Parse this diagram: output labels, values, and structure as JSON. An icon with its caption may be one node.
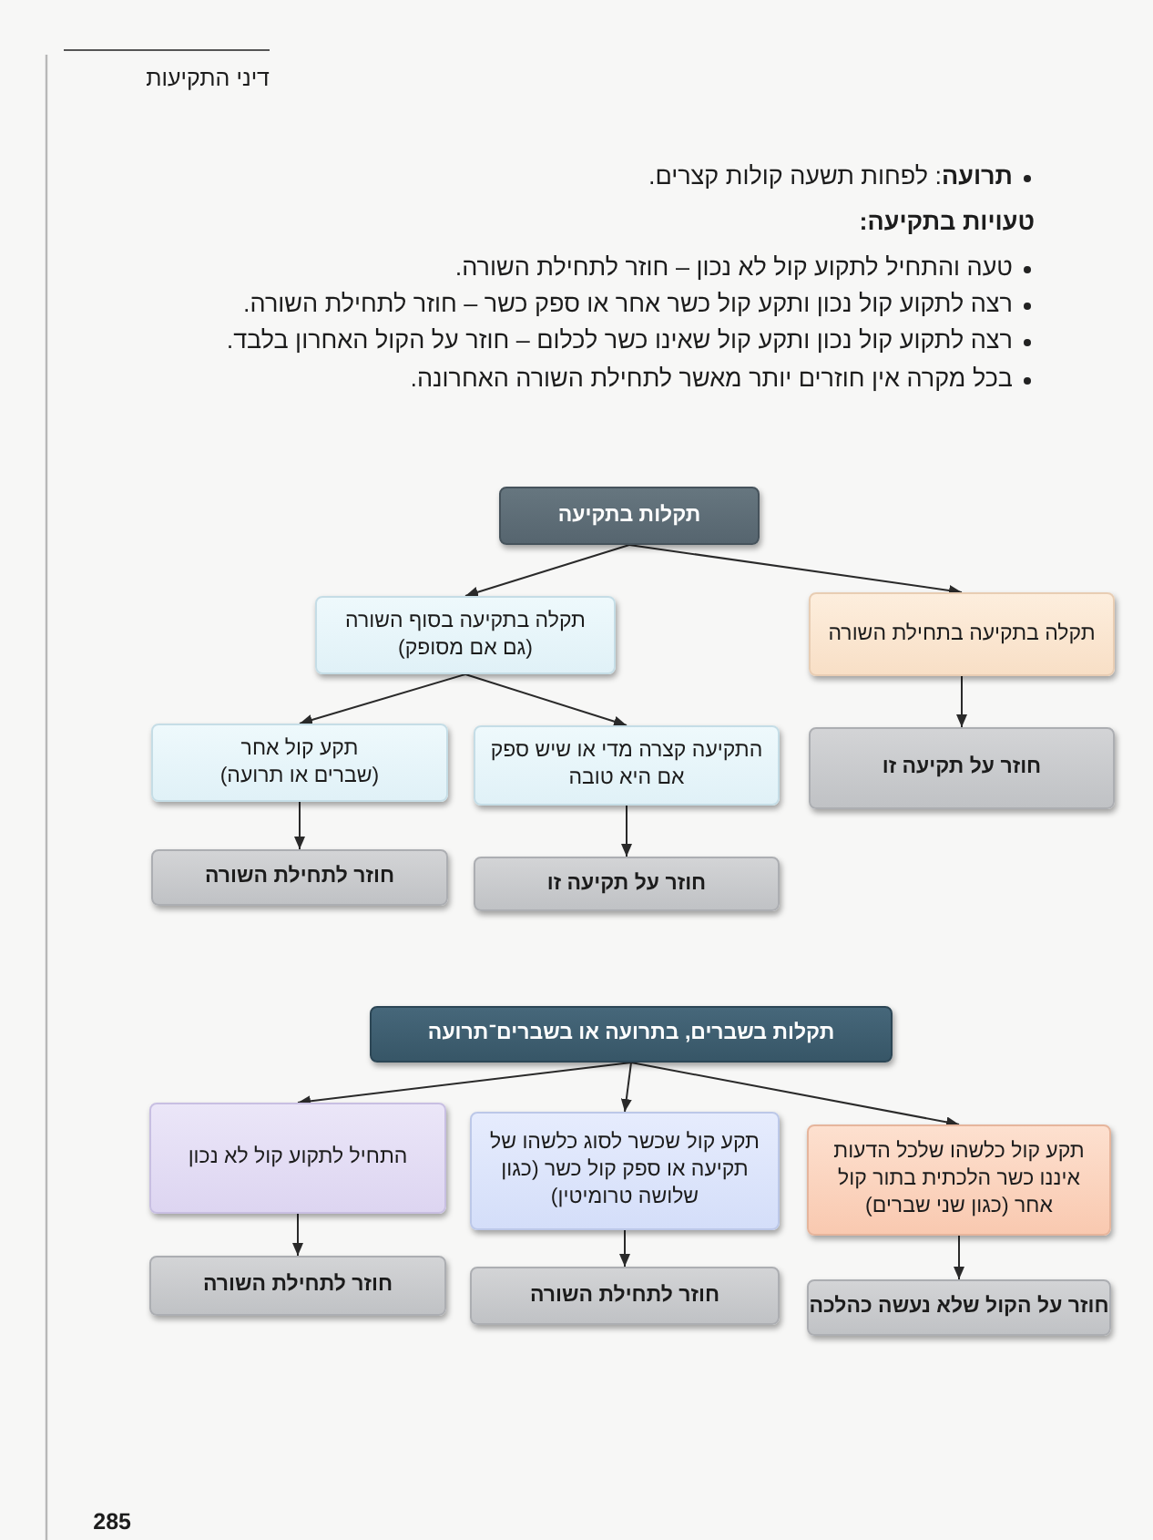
{
  "diagram": {
    "nodes": [
      {
        "text": [
          "תקלות בתקיעה"
        ]
      },
      {
        "text": [
          "תקלה בתקיעה בתחילת השורה"
        ]
      },
      {
        "text": [
          "תקלה בתקיעה בסוף השורה (גם אם מסופק)"
        ]
      },
      {
        "text": [
          "חוזר על תקיעה זו"
        ]
      },
      {
        "text": [
          "התקיעה קצרה מדי או שיש ספק אם היא טובה"
        ]
      },
      {
        "text": [
          "תקע קול אחר (שברים או תרועה)"
        ]
      },
      {
        "text": [
          "חוזר על תקיעה זו"
        ]
      },
      {
        "text": [
          "חוזר לתחילת השורה"
        ]
      },
      {
        "text": [
          "תקלות בשברים, בתרועה או בשברים־תרועה"
        ]
      },
      {
        "text": [
          "תקע קול כלשהו שלכל הדעות איננו כשר הלכתית בתור קול אחר (כגון שני שברים)"
        ]
      },
      {
        "text": [
          "תקע קול שכשר לסוג כלשהו של תקיעה או ספק קול כשר (כגון שלושה טרומיטין)"
        ]
      },
      {
        "text": [
          "התחיל לתקוע קול לא נכון"
        ]
      },
      {
        "text": [
          "חוזר על הקול שלא נעשה כהלכה"
        ]
      },
      {
        "text": [
          "חוזר לתחילת השורה"
        ]
      },
      {
        "text": [
          "חוזר לתחילת השורה"
        ]
      }
    ],
    "edges": [
      {
        "from": 0,
        "to": 1,
        "arrow": "to"
      },
      {
        "from": 0,
        "to": 2,
        "arrow": "to"
      },
      {
        "from": 1,
        "to": 3,
        "arrow": "to"
      },
      {
        "from": 2,
        "to": 4,
        "arrow": "to"
      },
      {
        "from": 2,
        "to": 5,
        "arrow": "to"
      },
      {
        "from": 4,
        "to": 6,
        "arrow": "to"
      },
      {
        "from": 5,
        "to": 7,
        "arrow": "to"
      },
      {
        "from": 8,
        "to": 9,
        "arrow": "to"
      },
      {
        "from": 8,
        "to": 10,
        "arrow": "to"
      },
      {
        "from": 8,
        "to": 11,
        "arrow": "to"
      },
      {
        "from": 9,
        "to": 12,
        "arrow": "to"
      },
      {
        "from": 10,
        "to": 13,
        "arrow": "to"
      },
      {
        "from": 11,
        "to": 14,
        "arrow": "to"
      }
    ],
    "labels": [
      "דיני התקיעות",
      "**תרועה**: לפחות תשעה קולות קצרים.",
      "טעויות בתקיעה:",
      "טעה והתחיל לתקוע קול לא נכון – חוזר לתחילת השורה.",
      "רצה לתקוע קול נכון ותקע קול כשר אחר או ספק כשר – חוזר לתחילת השורה.",
      "רצה לתקוע קול נכון ותקע קול שאינו כשר לכלום – חוזר על הקול האחרון בלבד.",
      "בכל מקרה אין חוזרים יותר מאשר לתחילת השורה האחרונה.",
      "285"
    ]
  }
}
